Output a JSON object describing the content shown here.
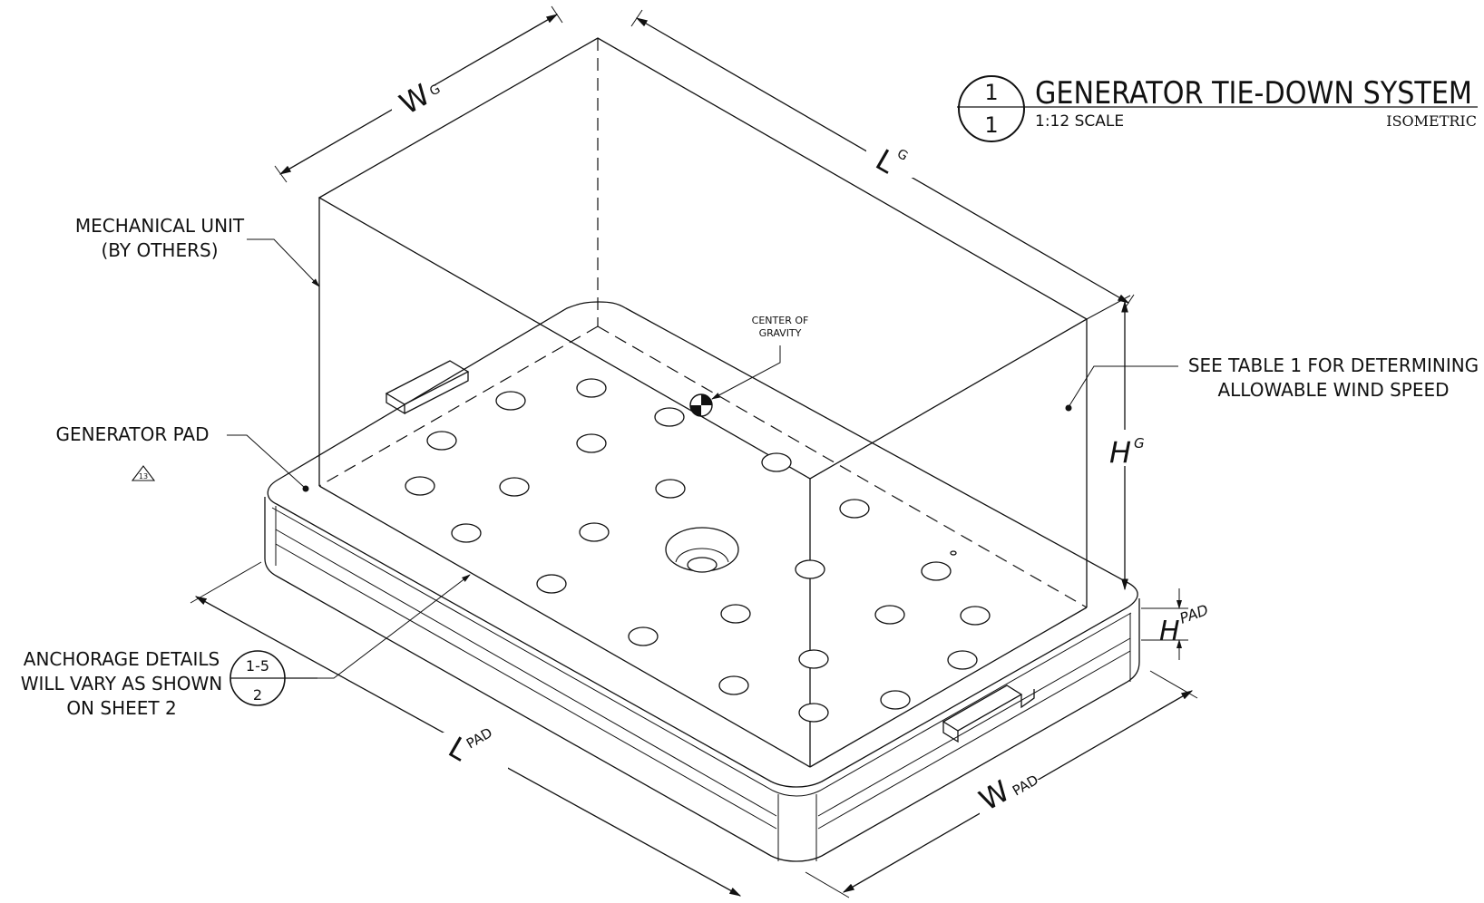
{
  "title": {
    "detail_number": "1",
    "sheet_number": "1",
    "name": "GENERATOR TIE-DOWN SYSTEM",
    "scale": "1:12  SCALE",
    "view": "ISOMETRIC"
  },
  "callouts": {
    "mechanical_unit_1": "MECHANICAL UNIT",
    "mechanical_unit_2": "(BY OTHERS)",
    "generator_pad": "GENERATOR PAD",
    "revision_tag": "13",
    "center_of_gravity_1": "CENTER OF",
    "center_of_gravity_2": "GRAVITY",
    "wind_speed_1": "SEE TABLE 1 FOR DETERMINING",
    "wind_speed_2": "ALLOWABLE WIND SPEED",
    "anchorage_1": "ANCHORAGE DETAILS",
    "anchorage_2": "WILL VARY AS SHOWN",
    "anchorage_3": "ON SHEET 2",
    "anchorage_ref_top": "1-5",
    "anchorage_ref_bottom": "2"
  },
  "dimensions": {
    "wg_main": "W",
    "wg_sub": "G",
    "lg_main": "L",
    "lg_sub": "G",
    "hg_main": "H",
    "hg_sub": "G",
    "hpad_main": "H",
    "hpad_sub": "PAD",
    "lpad_main": "L",
    "lpad_sub": "PAD",
    "wpad_main": "W",
    "wpad_sub": "PAD"
  }
}
